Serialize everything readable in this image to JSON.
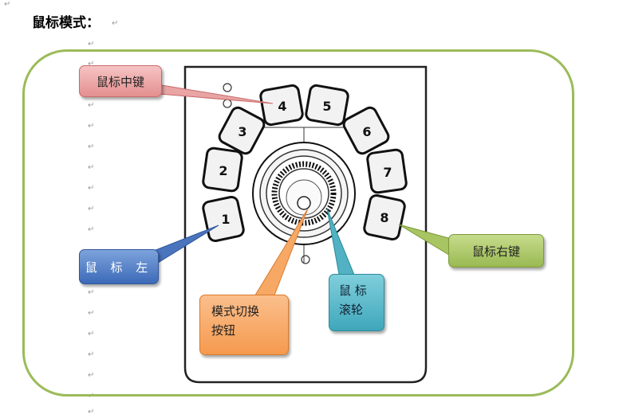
{
  "heading": "鼠标模式：",
  "buttons": [
    "1",
    "2",
    "3",
    "4",
    "5",
    "6",
    "7",
    "8"
  ],
  "callouts": {
    "middle": "鼠标中键",
    "left": "鼠 标 左",
    "mode_line1": "模式切换",
    "mode_line2": "按钮",
    "scroll_line1": "鼠 标",
    "scroll_line2": "滚轮",
    "right": "鼠标右键"
  },
  "colors": {
    "frame": "#9bbb59",
    "middle_callout": "#e48f8f",
    "left_callout": "#3c6ab8",
    "mode_callout": "#f59a4f",
    "scroll_callout": "#3fa7bb",
    "right_callout": "#9ab952"
  }
}
